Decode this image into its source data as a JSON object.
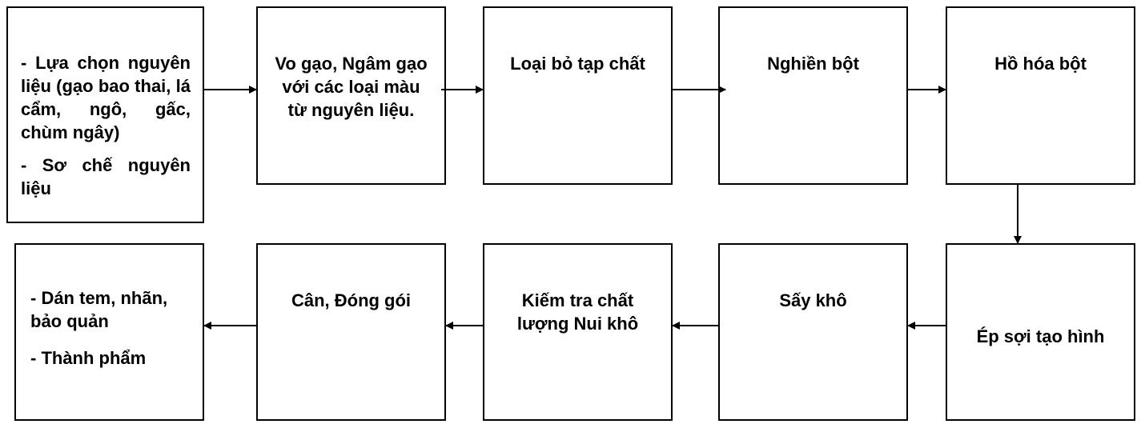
{
  "steps": {
    "s1": {
      "line1": "- Lựa chọn nguyên liệu (gạo bao thai, lá cẩm, ngô, gấc, chùm ngây)",
      "line2": "- Sơ chế nguyên liệu"
    },
    "s2": "Vo gạo, Ngâm gạo với các loại màu từ nguyên liệu.",
    "s3": "Loại bỏ tạp chất",
    "s4": "Nghiền bột",
    "s5": "Hồ hóa bột",
    "s6": "Ép sợi tạo hình",
    "s7": "Sấy khô",
    "s8": "Kiếm tra chất lượng Nui khô",
    "s9": "Cân, Đóng gói",
    "s10": {
      "line1": "- Dán tem, nhãn, bảo quản",
      "line2": "- Thành phẩm"
    }
  }
}
